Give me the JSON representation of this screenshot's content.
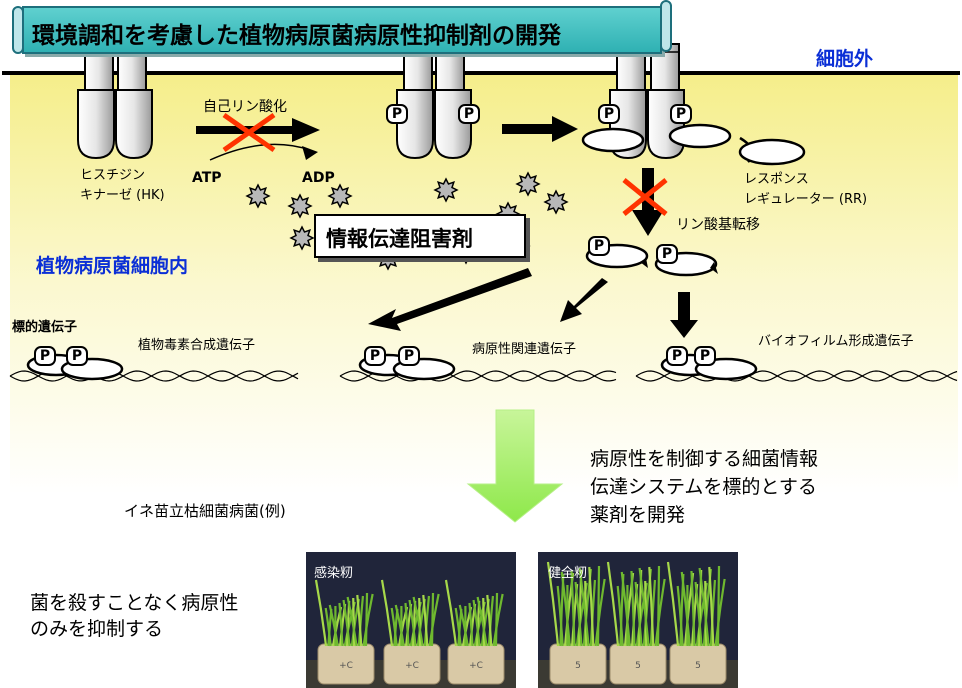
{
  "title": "環境調和を考慮した植物病原菌病原性抑制剤の開発",
  "labels": {
    "outside": "細胞外",
    "inside": "植物病原菌細胞内",
    "autophos": "自己リン酸化",
    "hk_line1": "ヒスチジン",
    "hk_line2": "キナーゼ (HK)",
    "atp": "ATP",
    "adp": "ADP",
    "rr_line1": "レスポンス",
    "rr_line2": "レギュレーター (RR)",
    "phospho_transfer": "リン酸基転移",
    "inhibitor": "情報伝達阻害剤",
    "target_genes": "標的遺伝子",
    "gene1": "植物毒素合成遺伝子",
    "gene2": "病原性関連遺伝子",
    "gene3": "バイオフィルム形成遺伝子",
    "p": "P"
  },
  "description": {
    "line1": "病原性を制御する細菌情報",
    "line2": "伝達システムを標的とする",
    "line3": "薬剤を開発"
  },
  "example_label": "イネ苗立枯細菌病菌(例)",
  "summary": {
    "line1": "菌を殺すことなく病原性",
    "line2": "のみを抑制する"
  },
  "photos": {
    "infected_label": "感染籾",
    "healthy_label": "健全籾",
    "infected_jar_label": "+C",
    "healthy_jar_label": "5"
  },
  "colors": {
    "title_bg": "#3fc0c0",
    "cell_bg_top": "#f7f3a0",
    "accent_blue": "#0b2fd6",
    "cross_red": "#ff3300",
    "big_arrow_green": "#99ee55"
  }
}
